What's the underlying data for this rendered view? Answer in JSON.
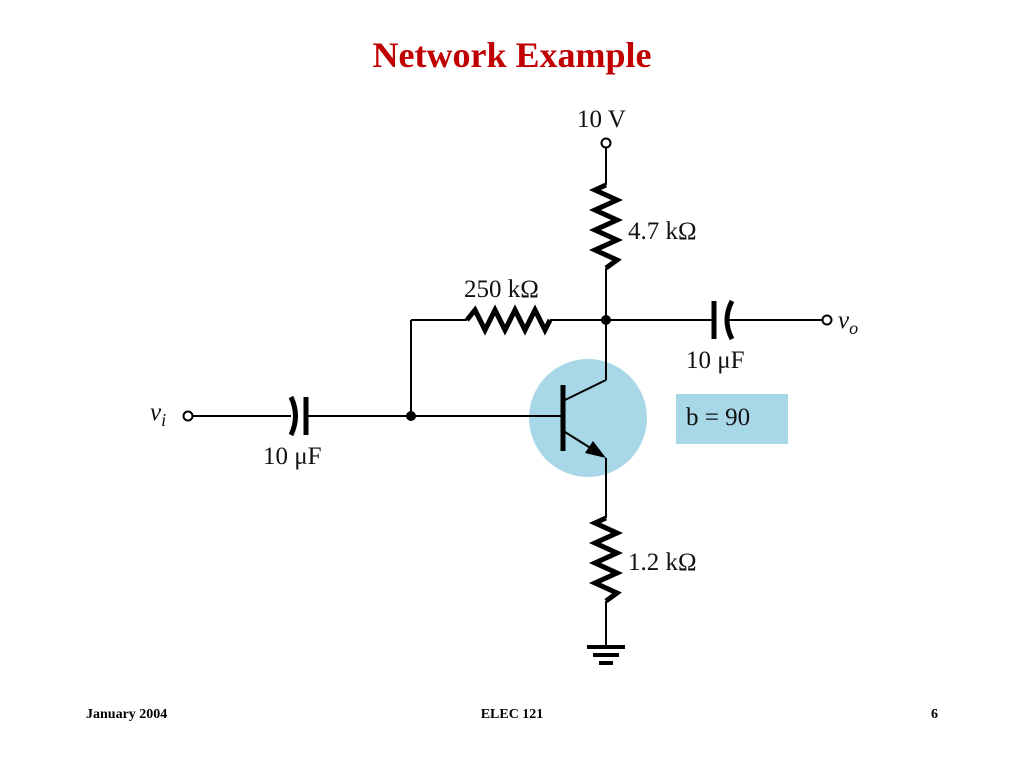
{
  "slide": {
    "title": "Network Example"
  },
  "circuit": {
    "supply_label": "10 V",
    "rc_label": "4.7  kΩ",
    "rb_label": "250 kΩ",
    "re_label": "1.2  kΩ",
    "c_in_label": "10 μF",
    "c_out_label": "10 μF",
    "beta_label": "b  = 90",
    "vi_symbol": "v",
    "vi_subscript": "i",
    "vo_symbol": "v",
    "vo_subscript": "o",
    "transistor_highlight_color": "#a8d8e8",
    "beta_box_color": "#a8d8e8"
  },
  "footer": {
    "left": "January 2004",
    "center": "ELEC 121",
    "right": "6"
  }
}
